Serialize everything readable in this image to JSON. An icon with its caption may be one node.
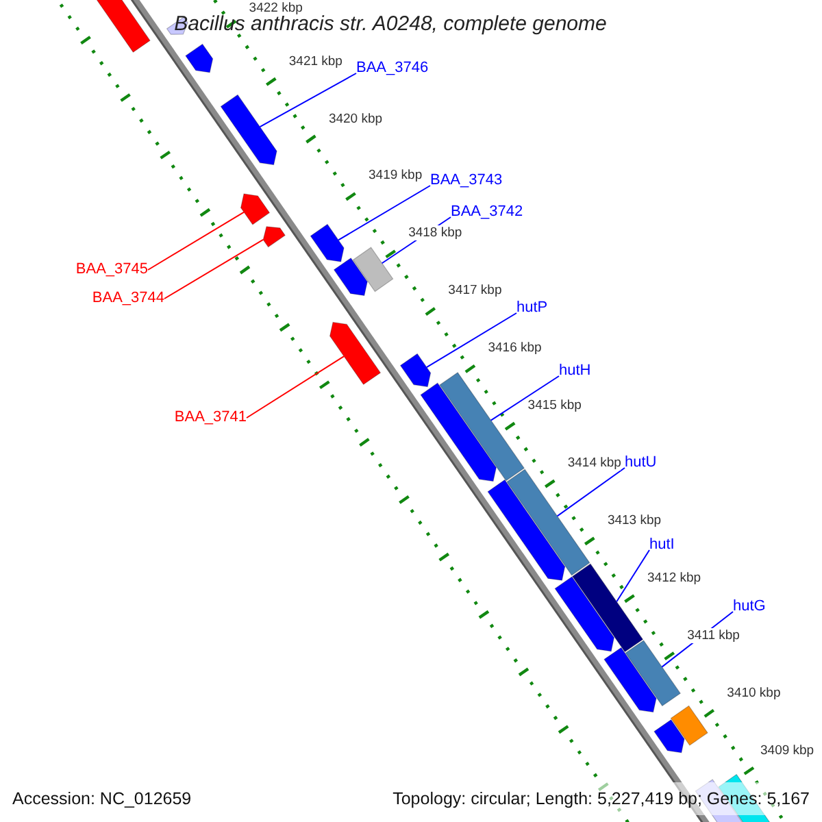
{
  "diagram": {
    "title": "Bacillus anthracis str. A0248, complete genome",
    "nodes": [
      {
        "text": [],
        "shape": "bar"
      },
      {
        "text": [],
        "shape": "bar"
      },
      {
        "text": [],
        "shape": "bar"
      },
      {
        "text": [],
        "shape": "bar"
      },
      {
        "text": [],
        "shape": "bar"
      },
      {
        "text": [],
        "shape": "bar"
      },
      {
        "text": [],
        "shape": "bar"
      },
      {
        "text": [],
        "shape": "bar"
      },
      {
        "text": [],
        "shape": "bar"
      },
      {
        "text": [],
        "shape": "bar"
      },
      {
        "text": [],
        "shape": "bar"
      },
      {
        "text": [],
        "shape": "bar"
      },
      {
        "text": [],
        "shape": "bar"
      },
      {
        "text": [],
        "shape": "bar"
      },
      {
        "text": [],
        "shape": "bar"
      },
      {
        "text": [],
        "shape": "bar"
      },
      {
        "text": [],
        "shape": "bar"
      },
      {
        "text": [],
        "shape": "bar"
      },
      {
        "text": [],
        "shape": "bar"
      },
      {
        "text": [],
        "shape": "bar"
      },
      {
        "text": [],
        "shape": "bar"
      },
      {
        "text": [],
        "shape": "bar"
      },
      {
        "text": [],
        "shape": "bar"
      },
      {
        "text": [
          "BAA_3746"
        ]
      },
      {
        "text": [
          "BAA_3743"
        ]
      },
      {
        "text": [
          "BAA_3742"
        ]
      },
      {
        "text": [
          "BAA_3745"
        ]
      },
      {
        "text": [
          "BAA_3744"
        ]
      },
      {
        "text": [
          "BAA_3741"
        ]
      },
      {
        "text": [
          "hutP"
        ]
      },
      {
        "text": [
          "hutH"
        ]
      },
      {
        "text": [
          "hutU"
        ]
      },
      {
        "text": [
          "hutI"
        ]
      },
      {
        "text": [
          "hutG"
        ]
      }
    ],
    "edges": [
      {
        "from": 23,
        "to": 3,
        "arrow": "none"
      },
      {
        "from": 24,
        "to": 6,
        "arrow": "none"
      },
      {
        "from": 25,
        "to": 8,
        "arrow": "none"
      },
      {
        "from": 26,
        "to": 4,
        "arrow": "none",
        "color": "#ff0000"
      },
      {
        "from": 27,
        "to": 5,
        "arrow": "none",
        "color": "#ff0000"
      },
      {
        "from": 28,
        "to": 9,
        "arrow": "none",
        "color": "#ff0000"
      },
      {
        "from": 29,
        "to": 10,
        "arrow": "none"
      },
      {
        "from": 30,
        "to": 12,
        "arrow": "none"
      },
      {
        "from": 31,
        "to": 14,
        "arrow": "none"
      },
      {
        "from": 32,
        "to": 15,
        "arrow": "none"
      },
      {
        "from": 33,
        "to": 18,
        "arrow": "none"
      }
    ],
    "labels": [
      "3422 kbp",
      "3421 kbp",
      "3420 kbp",
      "3419 kbp",
      "3418 kbp",
      "3417 kbp",
      "3416 kbp",
      "3415 kbp",
      "3414 kbp",
      "3413 kbp",
      "3412 kbp",
      "3411 kbp",
      "3410 kbp",
      "3409 kbp",
      "Accession: NC_012659",
      "Topology: circular; Length: 5,227,419 bp; Genes: 5,167"
    ]
  }
}
